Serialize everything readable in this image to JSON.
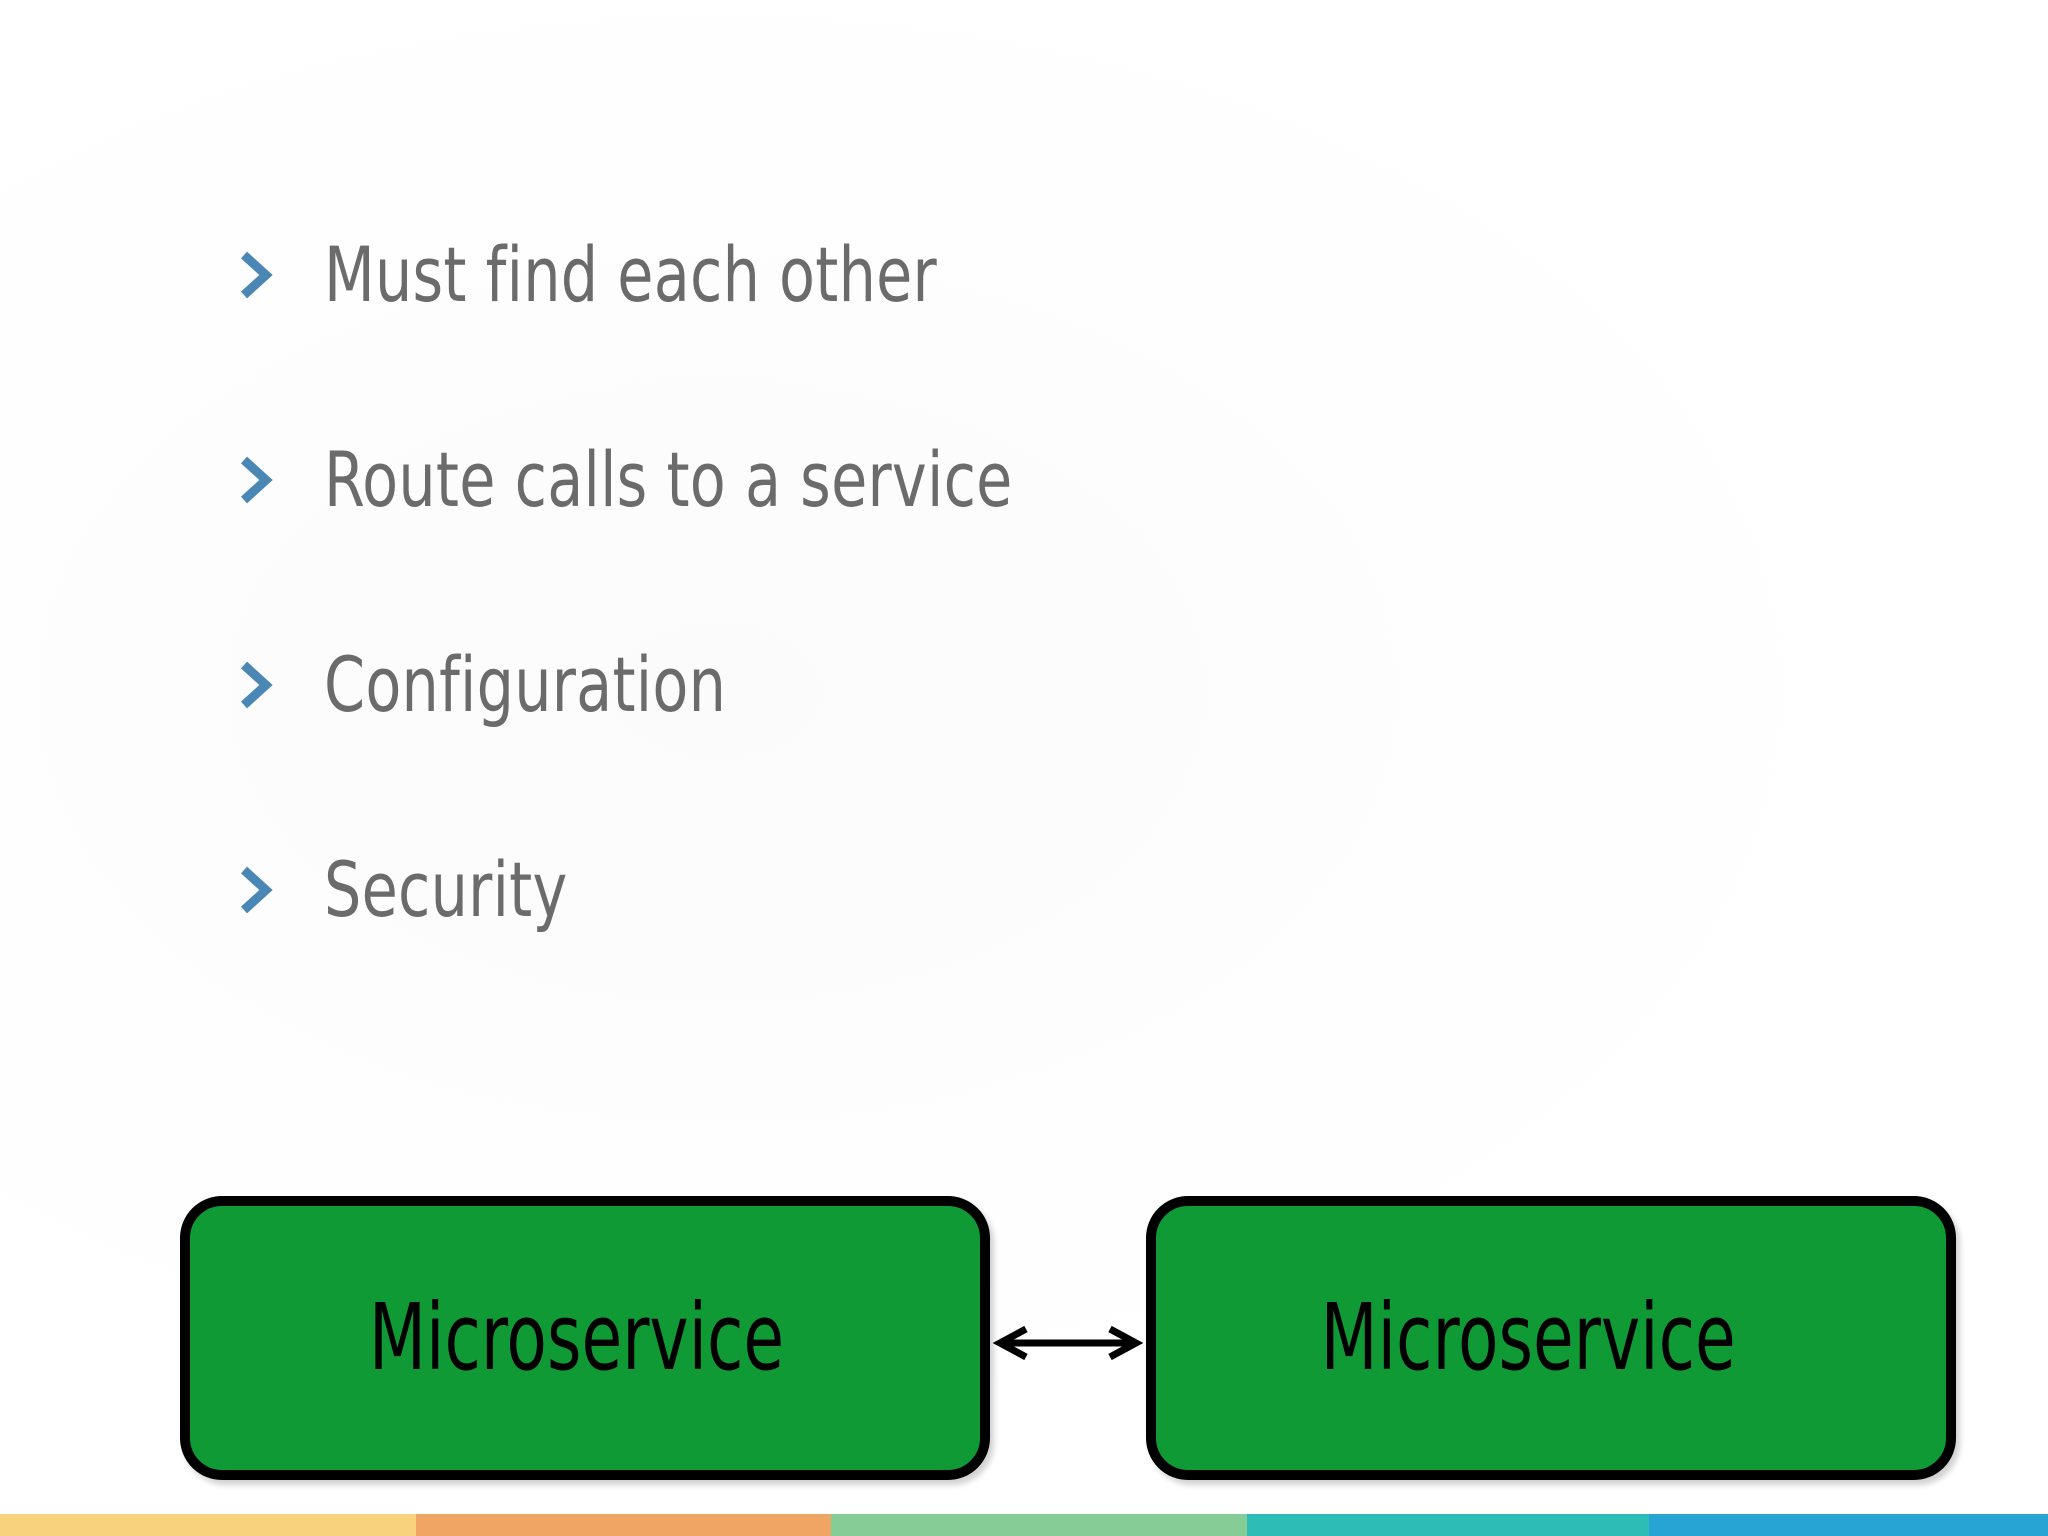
{
  "slide": {
    "background_color": "#ffffff",
    "bullets": [
      {
        "marker": "chevron-right-icon",
        "text": "Must find each other"
      },
      {
        "marker": "chevron-right-icon",
        "text": "Route calls to a service"
      },
      {
        "marker": "chevron-right-icon",
        "text": "Configuration"
      },
      {
        "marker": "chevron-right-icon",
        "text": "Security"
      }
    ],
    "bullet_text_color": "#6b6b6b",
    "bullet_marker_color": "#4a87b5"
  },
  "diagram": {
    "box_fill_color": "#0f9a35",
    "box_border_color": "#000000",
    "box_label_color": "#000000",
    "left_box": {
      "label": "Microservice"
    },
    "right_box": {
      "label": "Microservice"
    },
    "connector": {
      "name": "bidirectional-arrow",
      "color": "#000000",
      "direction": "both"
    }
  },
  "bottom_strip": {
    "segments": [
      {
        "name": "strip-yellow",
        "color": "#f8d27c",
        "width_pct": 20.3
      },
      {
        "name": "strip-orange",
        "color": "#f0a565",
        "width_pct": 20.3
      },
      {
        "name": "strip-green",
        "color": "#85cc96",
        "width_pct": 20.3
      },
      {
        "name": "strip-teal",
        "color": "#2dbcb6",
        "width_pct": 19.6
      },
      {
        "name": "strip-blue",
        "color": "#27a3d4",
        "width_pct": 19.5
      }
    ]
  }
}
